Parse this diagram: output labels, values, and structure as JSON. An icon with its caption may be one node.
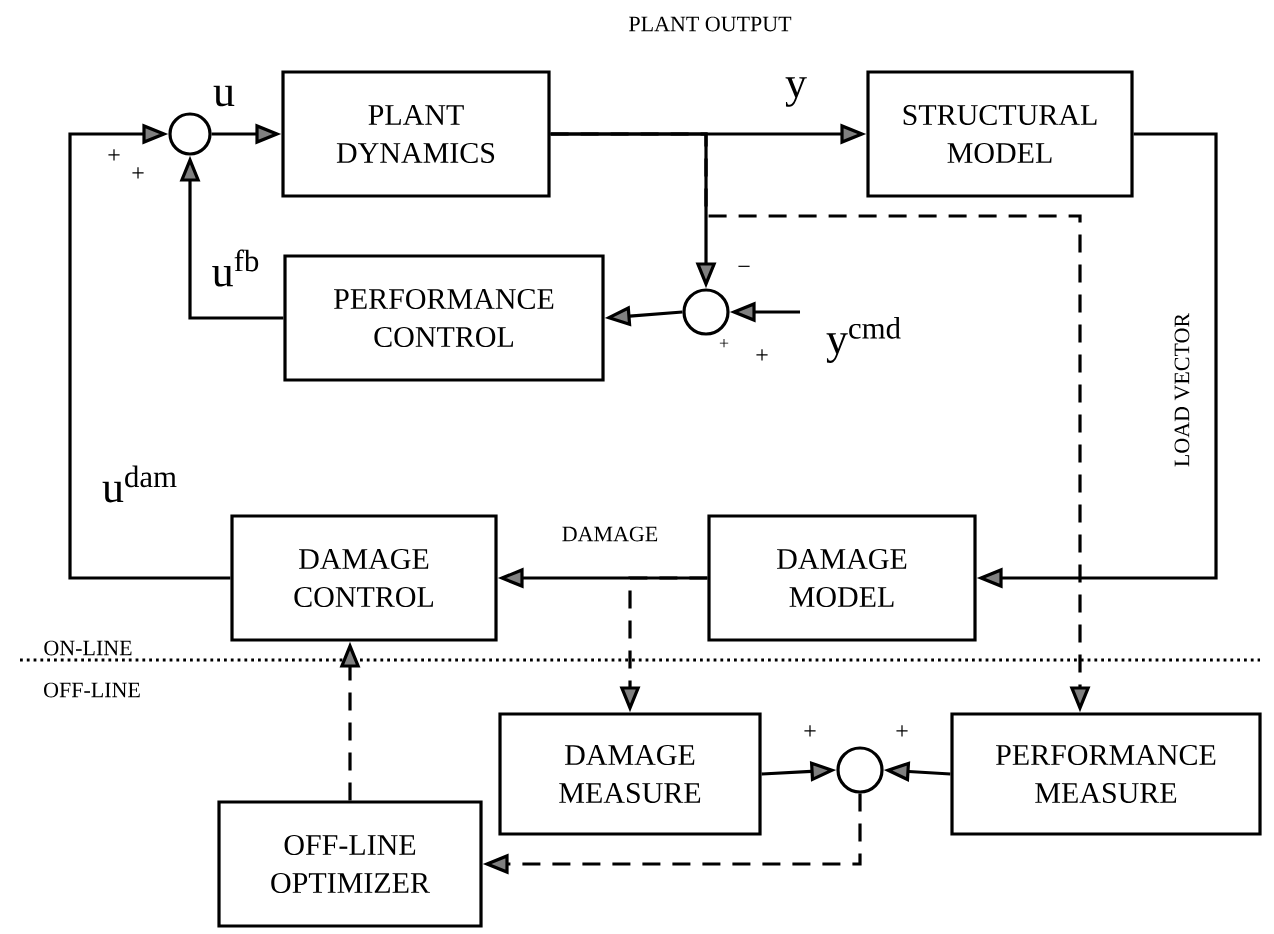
{
  "diagram": {
    "nodes": [
      {
        "text": [],
        "shape": "circle"
      },
      {
        "text": [
          "PLANT DYNAMICS"
        ]
      },
      {
        "text": [
          "STRUCTURAL MODEL"
        ]
      },
      {
        "text": [
          "PERFORMANCE CONTROL"
        ]
      },
      {
        "text": [],
        "shape": "circle"
      },
      {
        "text": [
          "DAMAGE CONTROL"
        ]
      },
      {
        "text": [
          "DAMAGE MODEL"
        ]
      },
      {
        "text": [
          "DAMAGE MEASURE"
        ]
      },
      {
        "text": [],
        "shape": "circle"
      },
      {
        "text": [
          "PERFORMANCE MEASURE"
        ]
      },
      {
        "text": [
          "OFF-LINE OPTIMIZER"
        ]
      }
    ],
    "edges": [
      {
        "from": 0,
        "to": 1,
        "arrow": "to",
        "label": "u"
      },
      {
        "from": 1,
        "to": 2,
        "arrow": "to",
        "label": "y"
      },
      {
        "from": 1,
        "to": 4,
        "arrow": "to"
      },
      {
        "from": null,
        "to": 4,
        "arrow": "to",
        "label": "y$^{cmd}$"
      },
      {
        "from": 4,
        "to": 3,
        "arrow": "to"
      },
      {
        "from": 3,
        "to": 0,
        "arrow": "to",
        "label": "u$^{fb}$"
      },
      {
        "from": 2,
        "to": 6,
        "arrow": "to",
        "label": "LOAD VECTOR"
      },
      {
        "from": 6,
        "to": 5,
        "arrow": "to",
        "label": "DAMAGE"
      },
      {
        "from": 5,
        "to": 0,
        "arrow": "to",
        "label": "u$^{dam}$"
      },
      {
        "from": 6,
        "to": 7,
        "arrow": "to",
        "style": "dashed"
      },
      {
        "from": 1,
        "to": 9,
        "arrow": "to",
        "style": "dashed"
      },
      {
        "from": 7,
        "to": 8,
        "arrow": "to"
      },
      {
        "from": 9,
        "to": 8,
        "arrow": "to"
      },
      {
        "from": 8,
        "to": 10,
        "arrow": "to",
        "style": "dashed"
      },
      {
        "from": 10,
        "to": 5,
        "arrow": "to",
        "style": "dashed"
      }
    ],
    "labels": [
      "PLANT OUTPUT",
      "+",
      "+",
      "−",
      "+",
      "+",
      "ON-LINE",
      "OFF-LINE",
      "+",
      "+"
    ]
  }
}
